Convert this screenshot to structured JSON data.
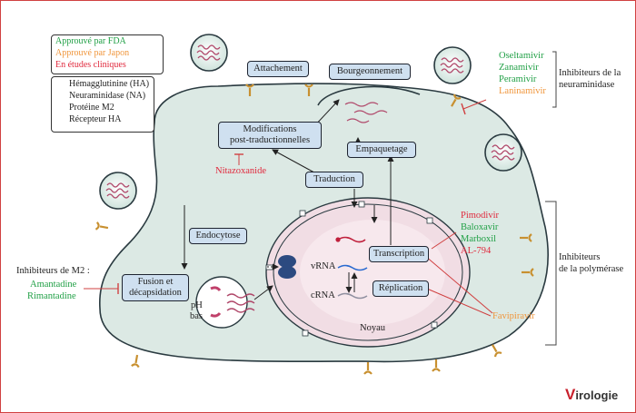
{
  "legend_approval": {
    "fda": "Approuvé par FDA",
    "japan": "Approuvé par Japon",
    "clinical": "En études cliniques"
  },
  "legend_components": {
    "ha": "Hémagglutinine (HA)",
    "na": "Neuraminidase (NA)",
    "m2": "Protéine M2",
    "receptor": "Récepteur HA"
  },
  "steps": {
    "attachment": "Attachement",
    "budding": "Bourgeonnement",
    "ptm_line1": "Modifications",
    "ptm_line2": "post-traductionnelles",
    "packaging": "Empaquetage",
    "translation": "Traduction",
    "endocytosis": "Endocytose",
    "fusion_line1": "Fusion et",
    "fusion_line2": "décapsidation",
    "transcription": "Transcription",
    "replication": "Réplication"
  },
  "labels": {
    "nitazoxanide": "Nitazoxanide",
    "ph_line1": "pH",
    "ph_line2": "bas",
    "vrna": "vRNA",
    "crna": "cRNA",
    "nucleus": "Noyau",
    "m2_inhibitors": "Inhibiteurs de M2 :",
    "amantadine": "Amantadine",
    "rimantadine": "Rimantadine",
    "oseltamivir": "Oseltamivir",
    "zanamivir": "Zanamivir",
    "peramivir": "Peramivir",
    "laninamivir": "Laninamivir",
    "na_inhibitors_line1": "Inhibiteurs de la",
    "na_inhibitors_line2": "neuraminidase",
    "pimodivir": "Pimodivir",
    "baloxavir": "Baloxavir",
    "marboxil": "Marboxil",
    "al794": "AL-794",
    "favipiravir": "Favipiravir",
    "pol_inhibitors_line1": "Inhibiteurs",
    "pol_inhibitors_line2": "de la polymérase",
    "brand_initial": "V",
    "brand_rest": "irologie"
  },
  "colors": {
    "fda": "#21a046",
    "japan": "#f0963c",
    "clinical": "#e0283c",
    "box_fill": "#cfe0f0",
    "cell_fill": "#dce9e4",
    "rna": "#b0486a"
  }
}
